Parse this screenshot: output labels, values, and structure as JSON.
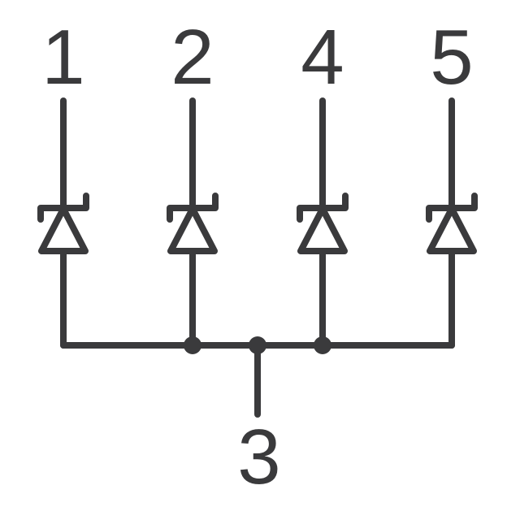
{
  "diagram": {
    "title_pins": [
      "1",
      "2",
      "4",
      "5"
    ],
    "common_pin": "3",
    "component": "zener-diode",
    "line_color": "#3a3a3c"
  }
}
